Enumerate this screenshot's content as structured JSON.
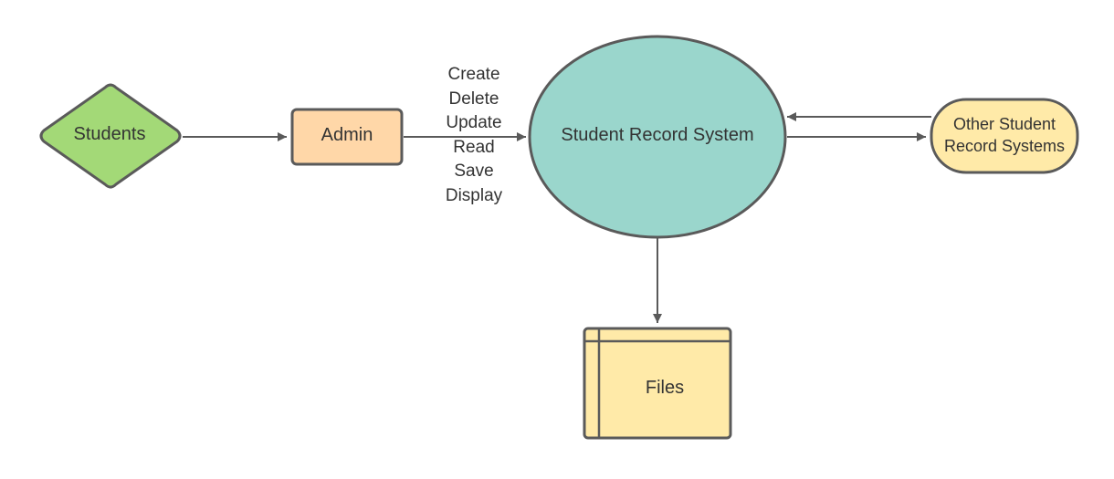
{
  "diagram": {
    "nodes": {
      "students": {
        "label": "Students",
        "shape": "diamond",
        "fill": "#a3d977",
        "stroke": "#5a5a5a"
      },
      "admin": {
        "label": "Admin",
        "shape": "rounded-rectangle",
        "fill": "#ffd7a8",
        "stroke": "#5a5a5a"
      },
      "system": {
        "label": "Student Record System",
        "shape": "ellipse",
        "fill": "#9ad6cc",
        "stroke": "#5a5a5a"
      },
      "other_systems": {
        "label_line1": "Other Student",
        "label_line2": "Record Systems",
        "shape": "stadium",
        "fill": "#ffeaa8",
        "stroke": "#5a5a5a"
      },
      "files": {
        "label": "Files",
        "shape": "internal-storage",
        "fill": "#ffeaa8",
        "stroke": "#5a5a5a"
      }
    },
    "edges": [
      {
        "from": "students",
        "to": "admin"
      },
      {
        "from": "admin",
        "to": "system",
        "labels": [
          "Create",
          "Delete",
          "Update",
          "Read",
          "Save",
          "Display"
        ]
      },
      {
        "from": "system",
        "to": "other_systems"
      },
      {
        "from": "other_systems",
        "to": "system"
      },
      {
        "from": "system",
        "to": "files"
      }
    ],
    "edge_color": "#5a5a5a"
  }
}
